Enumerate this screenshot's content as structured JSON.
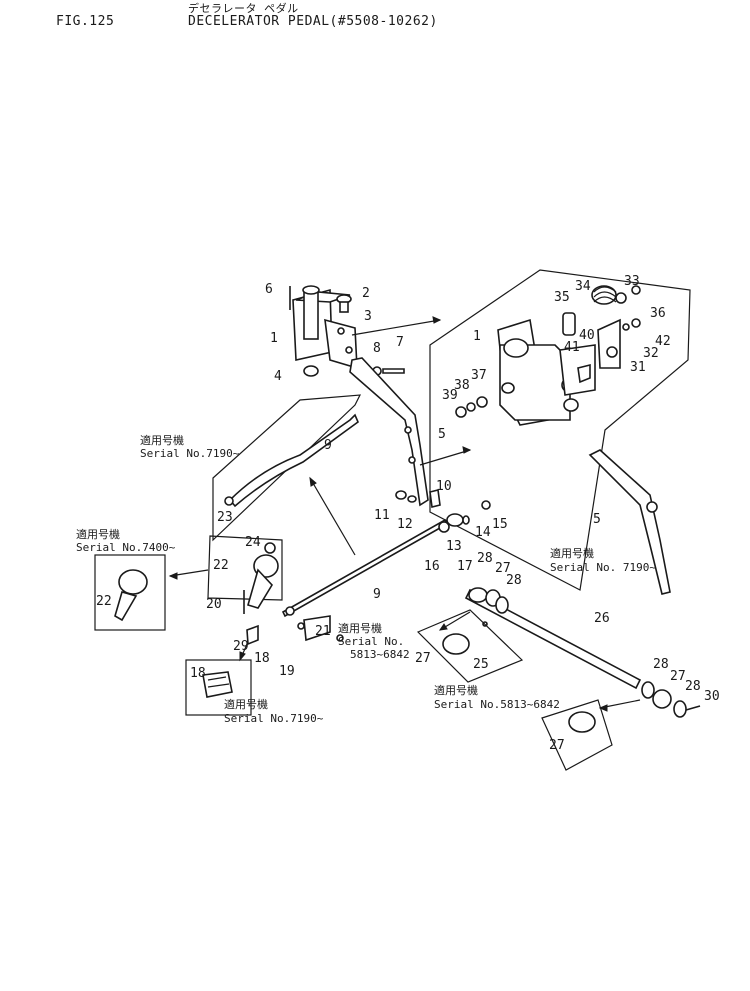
{
  "header": {
    "fig_label": "FIG.125",
    "title_jp": "デセラレータ ペダル",
    "title": "DECELERATOR PEDAL(#5508-10262)"
  },
  "notes": {
    "rod_serial_jp": "適用号機",
    "rod_serial": "Serial No.7190~",
    "lever_serial_jp": "適用号機",
    "lever_serial": "Serial No.7400~",
    "bracket_serial_jp": "適用号機",
    "bracket_serial": "Serial No.7190~",
    "rod9_serial_jp": "適用号機",
    "rod9_serial_a": "Serial No.",
    "rod9_serial_b": "5813~6842",
    "pedal_serial_jp": "適用号機",
    "pedal_serial": "Serial No. 7190~",
    "bushing_serial_jp": "適用号機",
    "bushing_serial": "Serial No.5813~6842"
  },
  "part_numbers": [
    "1",
    "2",
    "3",
    "4",
    "5",
    "6",
    "7",
    "8",
    "9",
    "10",
    "11",
    "12",
    "13",
    "14",
    "15",
    "16",
    "17",
    "18",
    "19",
    "20",
    "21",
    "22",
    "23",
    "24",
    "25",
    "26",
    "27",
    "28",
    "29",
    "30",
    "31",
    "32",
    "33",
    "34",
    "35",
    "36",
    "37",
    "38",
    "39",
    "40",
    "41",
    "42"
  ]
}
